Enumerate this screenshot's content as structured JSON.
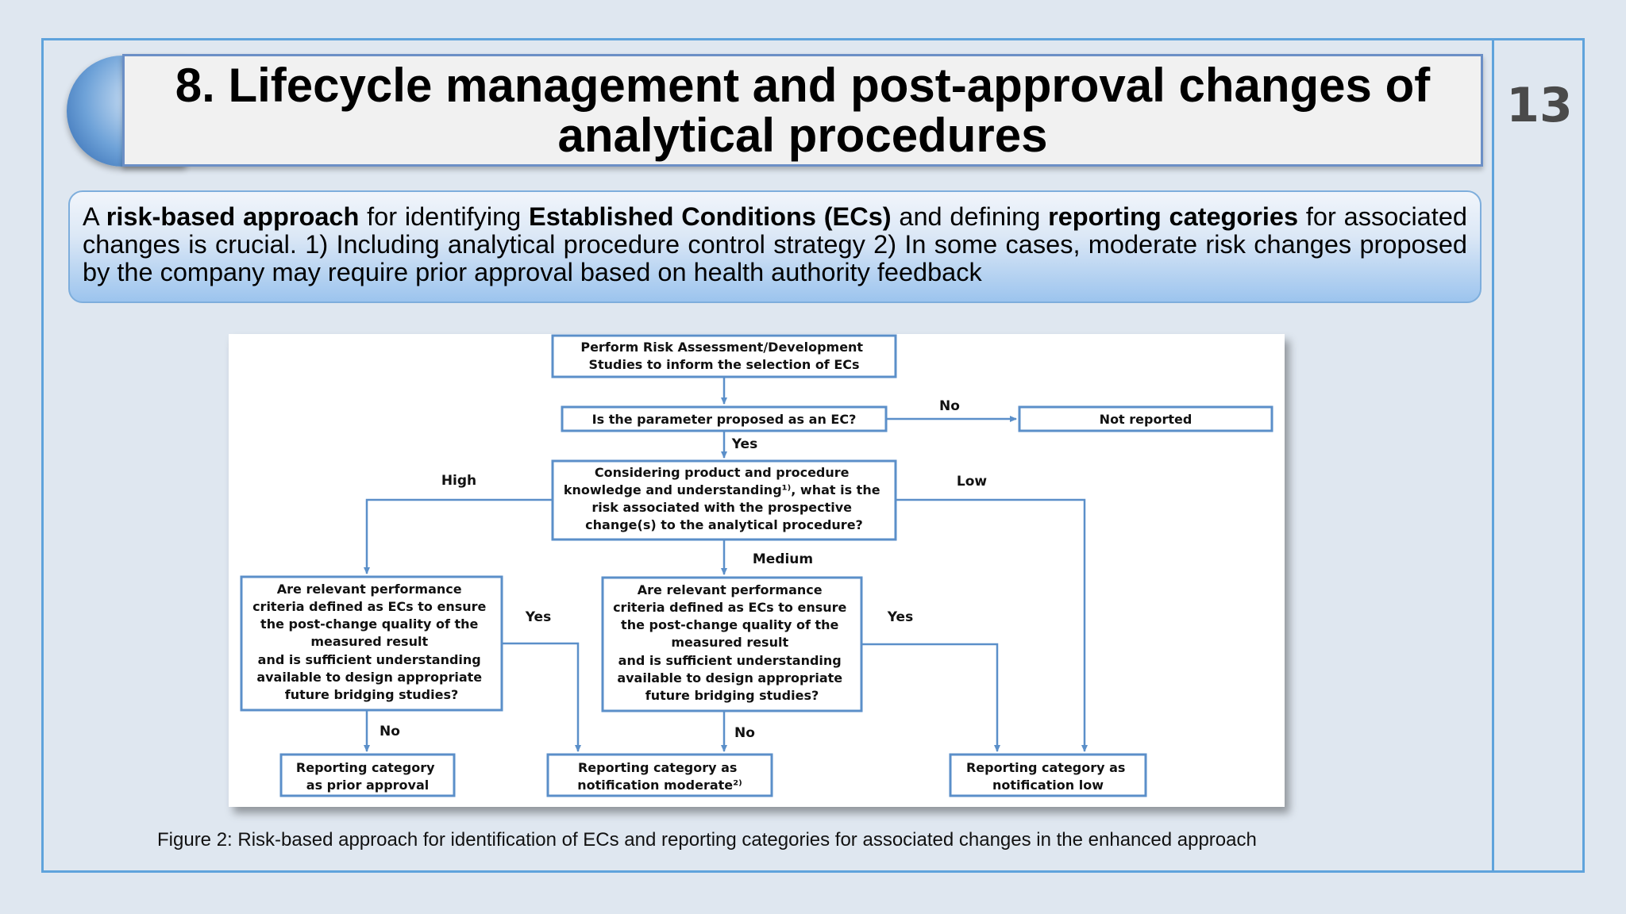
{
  "slide": {
    "page_number": "13",
    "title_line1": "8. Lifecycle management and post-approval changes of",
    "title_line2": "analytical procedures",
    "intro": {
      "seg1": "A ",
      "seg2": "risk-based approach",
      "seg3": " for identifying ",
      "seg4": "Established Conditions (ECs)",
      "seg5": " and defining ",
      "seg6": "reporting categories",
      "seg7": " for associated changes is crucial. 1) Including analytical procedure control strategy 2) In some cases, moderate risk changes proposed by the company may require prior approval based on health authority feedback"
    },
    "caption": "Figure 2: Risk-based approach for identification of ECs and reporting categories for associated changes in the enhanced approach"
  },
  "flowchart": {
    "start": [
      "Perform Risk Assessment/Development",
      "Studies to inform the selection of ECs"
    ],
    "question": "Is the parameter proposed as an EC?",
    "not_reported": "Not reported",
    "risk_question": [
      "Considering product and procedure",
      "knowledge and understanding¹⁾, what is the",
      "risk associated with the prospective",
      "change(s) to the analytical procedure?"
    ],
    "criteria_left": [
      "Are  relevant performance",
      "criteria defined as ECs to ensure",
      "the post-change quality of the",
      "measured result",
      "and is sufficient understanding",
      "available to design appropriate",
      "future bridging studies?"
    ],
    "criteria_mid": [
      "Are  relevant performance",
      "criteria defined as ECs to ensure",
      "the post-change quality of the",
      "measured result",
      "and is sufficient understanding",
      "available to design appropriate",
      "future bridging studies?"
    ],
    "outcome_prior": [
      "Reporting category",
      "as prior approval"
    ],
    "outcome_moderate": [
      "Reporting category as",
      "notification moderate²⁾"
    ],
    "outcome_low": [
      "Reporting category as",
      "notification low"
    ],
    "labels": {
      "no_top": "No",
      "yes_top": "Yes",
      "high": "High",
      "low": "Low",
      "medium": "Medium",
      "yes_left": "Yes",
      "yes_mid": "Yes",
      "no_left": "No",
      "no_mid": "No"
    },
    "colors": {
      "stroke": "#5b8fc9"
    }
  }
}
